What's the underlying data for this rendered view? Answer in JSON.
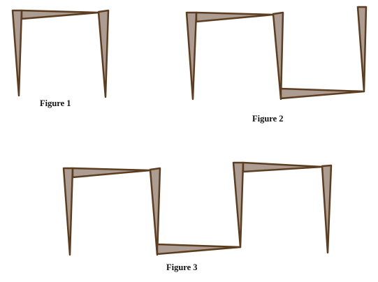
{
  "figures": [
    {
      "caption": "Figure 1",
      "segment_count": 3
    },
    {
      "caption": "Figure 2",
      "segment_count": 5
    },
    {
      "caption": "Figure 3",
      "segment_count": 7
    }
  ],
  "colors": {
    "wedge_fill": "#ad9c91",
    "wedge_stroke": "#5c3d20",
    "caption_text": "#111111",
    "background": "#ffffff"
  }
}
